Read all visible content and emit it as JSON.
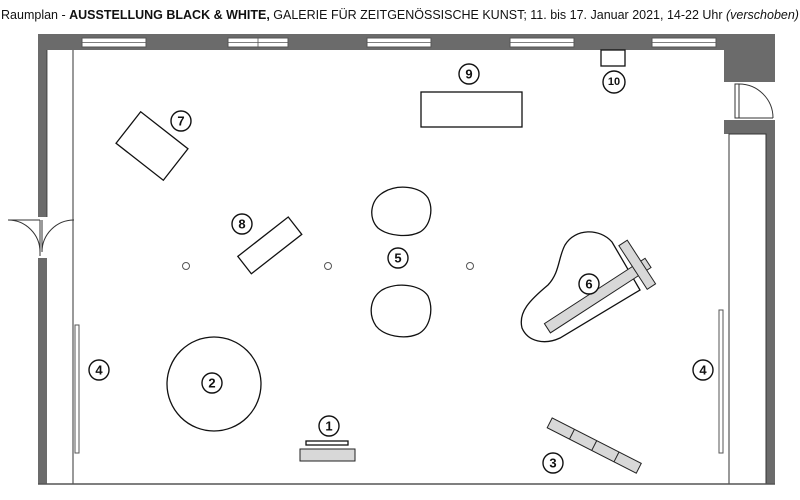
{
  "header": {
    "prefix": "Raumplan - ",
    "exhibition": "AUSSTELLUNG  BLACK & WHITE,",
    "details": " GALERIE FÜR ZEITGENÖSSISCHE KUNST; 11. bis 17. Januar 2021, 14-22 Uhr ",
    "note": "(verschoben)"
  },
  "markers": [
    "1",
    "2",
    "3",
    "4",
    "4",
    "5",
    "6",
    "7",
    "8",
    "9",
    "10"
  ],
  "colors": {
    "wall": "#6b6b6b",
    "line": "#111111",
    "fill_grey": "#d8d8d8"
  }
}
